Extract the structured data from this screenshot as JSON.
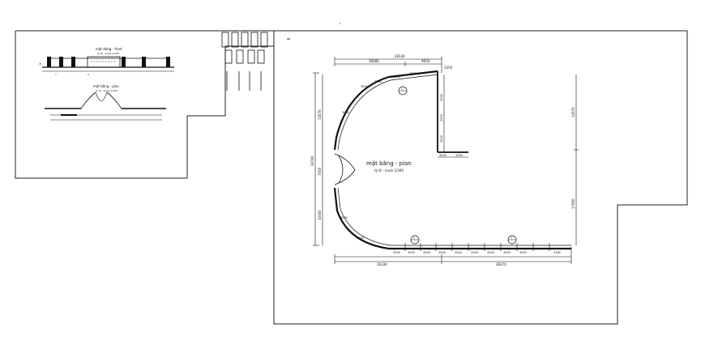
{
  "main_plan": {
    "title": "mặt bằng - plan",
    "subtitle": "tỷ lệ - scale 1/300",
    "top_total": "28130",
    "top_left": "18480",
    "top_right": "9650",
    "top_small": "3350",
    "bottom_total_left": "16330",
    "bottom_total_right": "28270",
    "left_total": "30760",
    "left_upper": "14570",
    "left_mid": "7000",
    "left_lower": "10000",
    "right_upper": "14570",
    "right_lower": "17950",
    "bottom_segments": [
      "3000",
      "3000",
      "3000",
      "3000",
      "3000",
      "3000",
      "3000",
      "3000",
      "3000",
      "4180"
    ],
    "arc_segments": [
      "3000",
      "3000",
      "3000",
      "3000",
      "3000",
      "3000",
      "3000"
    ],
    "inner_vertical": [
      "3000",
      "3000",
      "3000"
    ],
    "inner_bottom": [
      "3000",
      "3350"
    ],
    "section_marks": [
      "1",
      "2",
      "3"
    ]
  },
  "elevation": {
    "title_top": "mặt đứng - front",
    "scale_top": "tỷ lệ - scale 1/100",
    "title_bottom": "mặt bằng - plan",
    "scale_bottom": "tỷ lệ - scale 1/100"
  }
}
